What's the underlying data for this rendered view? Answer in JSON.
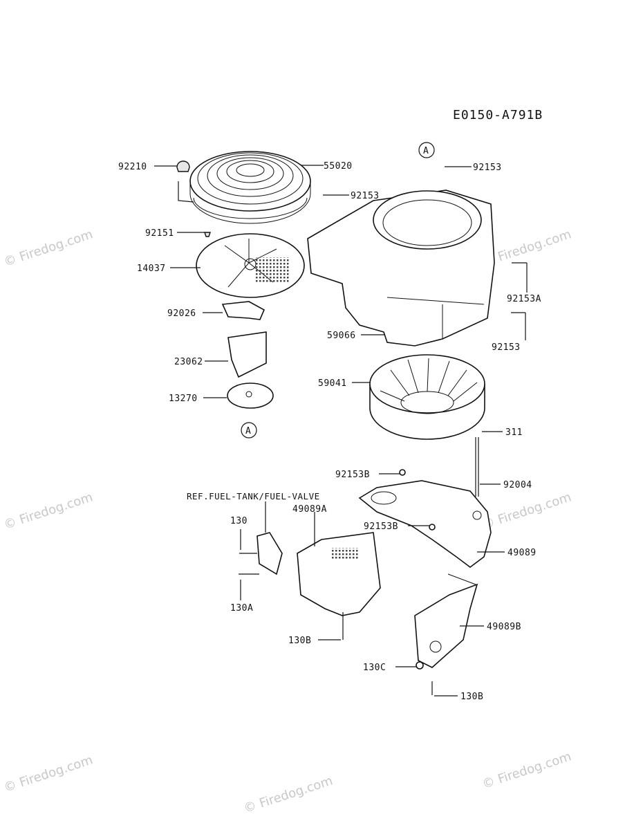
{
  "diagram_code": "E0150-A791B",
  "ref_note": "REF.FUEL-TANK/FUEL-VALVE",
  "callout_letter": "A",
  "watermark": "© Firedog.com",
  "part_labels": {
    "p92210": "92210",
    "p55020": "55020",
    "p92153_top": "92153",
    "p92153_mid": "92153",
    "p92151": "92151",
    "p14037": "14037",
    "p92153A": "92153A",
    "p92026": "92026",
    "p92153_right": "92153",
    "p59066": "59066",
    "p23062": "23062",
    "p59041": "59041",
    "p13270": "13270",
    "p311": "311",
    "p92153B_a": "92153B",
    "p92004": "92004",
    "p49089A": "49089A",
    "p130": "130",
    "p92153B_b": "92153B",
    "p49089": "49089",
    "p130A": "130A",
    "p49089B": "49089B",
    "p130B_a": "130B",
    "p130C": "130C",
    "p130B_b": "130B"
  }
}
